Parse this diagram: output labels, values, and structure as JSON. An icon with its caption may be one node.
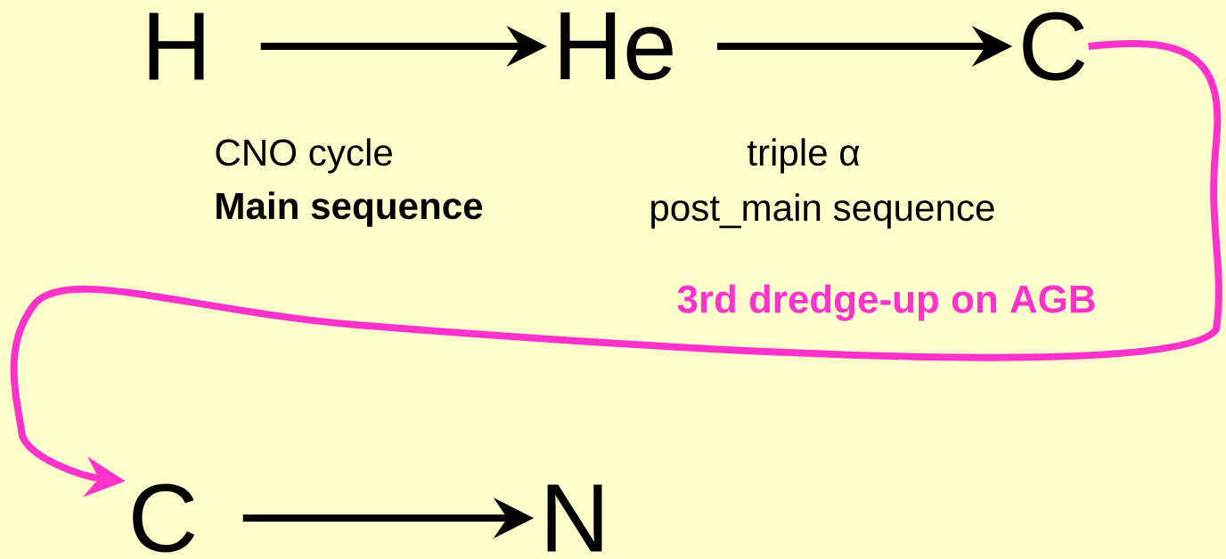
{
  "diagram": {
    "nodes": [
      {
        "text": [
          "H"
        ]
      },
      {
        "text": [
          "He"
        ]
      },
      {
        "text": [
          "C"
        ]
      },
      {
        "text": [
          "C"
        ]
      },
      {
        "text": [
          "N"
        ]
      }
    ],
    "edges": [
      {
        "from": 0,
        "to": 1,
        "arrow": "to"
      },
      {
        "from": 1,
        "to": 2,
        "arrow": "to"
      },
      {
        "from": 2,
        "to": 3,
        "arrow": "to",
        "label": "3rd dredge-up on AGB",
        "color": "#ff33cc"
      },
      {
        "from": 3,
        "to": 4,
        "arrow": "to"
      }
    ],
    "labels": [
      "CNO cycle",
      "triple α",
      "Main sequence",
      "post_main sequence"
    ]
  }
}
